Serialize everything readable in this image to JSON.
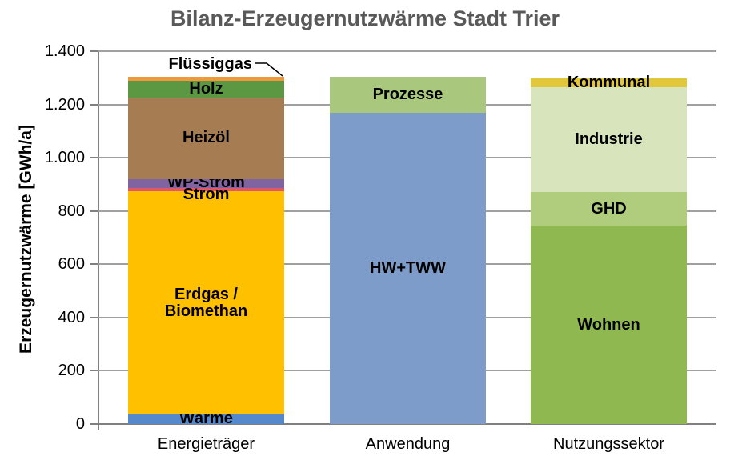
{
  "chart_data": {
    "type": "bar",
    "stacked": true,
    "title": "Bilanz-Erzeugernutzwärme Stadt Trier",
    "ylabel": "Erzeugernutzwärme [GWh/a]",
    "unit": "GWh/a",
    "ylim": [
      0,
      1400
    ],
    "grid": true,
    "y_ticks": [
      {
        "value": 0,
        "label": "0"
      },
      {
        "value": 200,
        "label": "200"
      },
      {
        "value": 400,
        "label": "400"
      },
      {
        "value": 600,
        "label": "600"
      },
      {
        "value": 800,
        "label": "800"
      },
      {
        "value": 1000,
        "label": "1.000"
      },
      {
        "value": 1200,
        "label": "1.200"
      },
      {
        "value": 1400,
        "label": "1.400"
      }
    ],
    "categories": [
      "Energieträger",
      "Anwendung",
      "Nutzungssektor"
    ],
    "bars": [
      {
        "category": "Energieträger",
        "total": 1305,
        "segments": [
          {
            "label": "Wärme",
            "value": 35,
            "color": "#5589CB"
          },
          {
            "label": "Erdgas /\nBiomethan",
            "value": 838,
            "color": "#FFC000"
          },
          {
            "label": "Strom",
            "value": 13,
            "color": "#E1566A"
          },
          {
            "label": "WP-Strom",
            "value": 33,
            "color": "#8064A2"
          },
          {
            "label": "Heizöl",
            "value": 307,
            "color": "#A67C52"
          },
          {
            "label": "Holz",
            "value": 64,
            "color": "#5C9842"
          },
          {
            "label": "Flüssiggas",
            "value": 15,
            "color": "#EF983C",
            "label_outside": true
          }
        ]
      },
      {
        "category": "Anwendung",
        "total": 1305,
        "segments": [
          {
            "label": "HW+TWW",
            "value": 1170,
            "color": "#7E9CC9"
          },
          {
            "label": "Prozesse",
            "value": 135,
            "color": "#A9C87E"
          }
        ]
      },
      {
        "category": "Nutzungssektor",
        "total": 1297,
        "segments": [
          {
            "label": "Wohnen",
            "value": 745,
            "color": "#8FB850"
          },
          {
            "label": "GHD",
            "value": 125,
            "color": "#B0CD7E"
          },
          {
            "label": "Industrie",
            "value": 395,
            "color": "#D7E4BC"
          },
          {
            "label": "Kommunal",
            "value": 32,
            "color": "#E0C73C"
          }
        ]
      }
    ]
  }
}
